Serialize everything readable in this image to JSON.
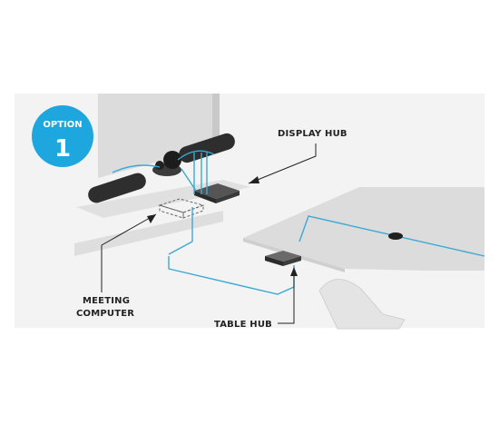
{
  "badge": {
    "line1": "OPTION",
    "line2": "1",
    "color": "#1ea6de"
  },
  "labels": {
    "display_hub": "DISPLAY HUB",
    "meeting_computer_1": "MEETING",
    "meeting_computer_2": "COMPUTER",
    "table_hub": "TABLE HUB"
  },
  "colors": {
    "cable": "#3aa9d4",
    "panel": "#e8e8e8",
    "device": "#2e2e2e",
    "floor": "#f2f2f2"
  }
}
